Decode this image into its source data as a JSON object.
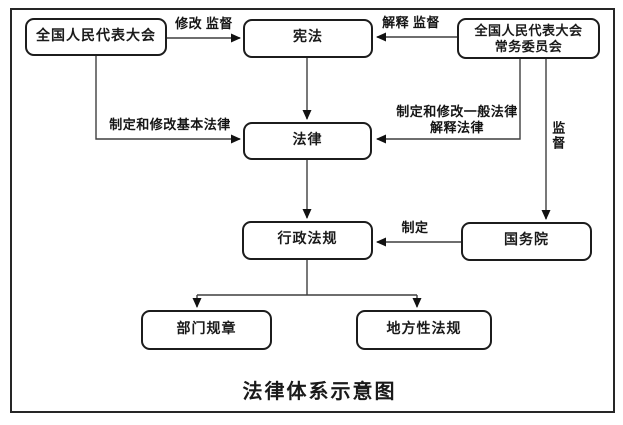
{
  "diagram": {
    "title": "法律体系示意图",
    "nodes": {
      "npc": {
        "label": "全国人民代表大会"
      },
      "constitution": {
        "label": "宪法"
      },
      "npcsc": {
        "line1": "全国人民代表大会",
        "line2": "常务委员会"
      },
      "law": {
        "label": "法律"
      },
      "admin_regulations": {
        "label": "行政法规"
      },
      "state_council": {
        "label": "国务院"
      },
      "department_rules": {
        "label": "部门规章"
      },
      "local_regulations": {
        "label": "地方性法规"
      }
    },
    "edges": {
      "npc_to_constitution": "修改 监督",
      "npcsc_to_constitution": "解释 监督",
      "npc_to_law": "制定和修改基本法律",
      "npcsc_to_law_line1": "制定和修改一般法律",
      "npcsc_to_law_line2": "解释法律",
      "npcsc_to_state_council": "监督",
      "state_council_to_admin": "制定"
    },
    "colors": {
      "ink": "#1a1a1a",
      "line": "#3f3f3f",
      "background": "#ffffff"
    }
  }
}
